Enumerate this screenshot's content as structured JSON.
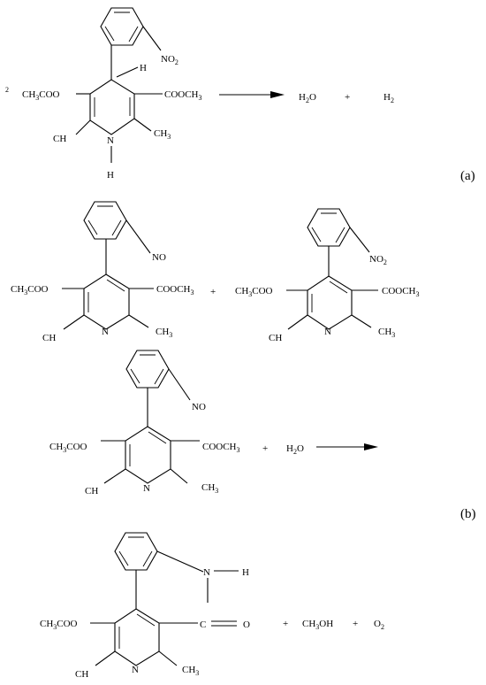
{
  "coefficient": "2",
  "reaction_a": {
    "reactant": {
      "substituent": "NO",
      "substituent_sub": "2",
      "h_top": "H",
      "left_group": {
        "p1": "CH",
        "s1": "3",
        "p2": "COO"
      },
      "right_group": {
        "p1": "COOCH",
        "s1": "3"
      },
      "left_bottom": "CH",
      "right_bottom": {
        "p1": "CH",
        "s1": "3"
      },
      "n_atom": "N",
      "h_bottom": "H"
    },
    "products": {
      "water": {
        "p1": "H",
        "s1": "2",
        "p2": "O"
      },
      "plus": "+",
      "hydrogen": {
        "p1": "H",
        "s1": "2"
      }
    },
    "label": "(a)"
  },
  "products_a": {
    "nitroso": {
      "substituent": "NO",
      "left_group": {
        "p1": "CH",
        "s1": "3",
        "p2": "COO"
      },
      "right_group": {
        "p1": "COOCH",
        "s1": "3"
      },
      "left_bottom": "CH",
      "right_bottom": {
        "p1": "CH",
        "s1": "3"
      },
      "n_atom": "N"
    },
    "plus": "+",
    "nitro": {
      "substituent": "NO",
      "substituent_sub": "2",
      "left_group": {
        "p1": "CH",
        "s1": "3",
        "p2": "COO"
      },
      "right_group": {
        "p1": "COOCH",
        "s1": "3"
      },
      "left_bottom": "CH",
      "right_bottom": {
        "p1": "CH",
        "s1": "3"
      },
      "n_atom": "N"
    }
  },
  "reaction_b": {
    "reactant": {
      "substituent": "NO",
      "left_group": {
        "p1": "CH",
        "s1": "3",
        "p2": "COO"
      },
      "right_group": {
        "p1": "COOCH",
        "s1": "3"
      },
      "left_bottom": "CH",
      "right_bottom": {
        "p1": "CH",
        "s1": "3"
      },
      "n_atom": "N"
    },
    "plus": "+",
    "water": {
      "p1": "H",
      "s1": "2",
      "p2": "O"
    },
    "label": "(b)",
    "product": {
      "n_atom": "N",
      "h_atom": "H",
      "left_group": {
        "p1": "CH",
        "s1": "3",
        "p2": "COO"
      },
      "carbonyl_c": "C",
      "carbonyl_o": "O",
      "left_bottom": "CH",
      "right_bottom": {
        "p1": "CH",
        "s1": "3"
      },
      "ring_n": "N"
    },
    "plus_1": "+",
    "methanol": {
      "p1": "CH",
      "s1": "3",
      "p2": "OH"
    },
    "plus_2": "+",
    "oxygen": {
      "p1": "O",
      "s1": "2"
    }
  }
}
